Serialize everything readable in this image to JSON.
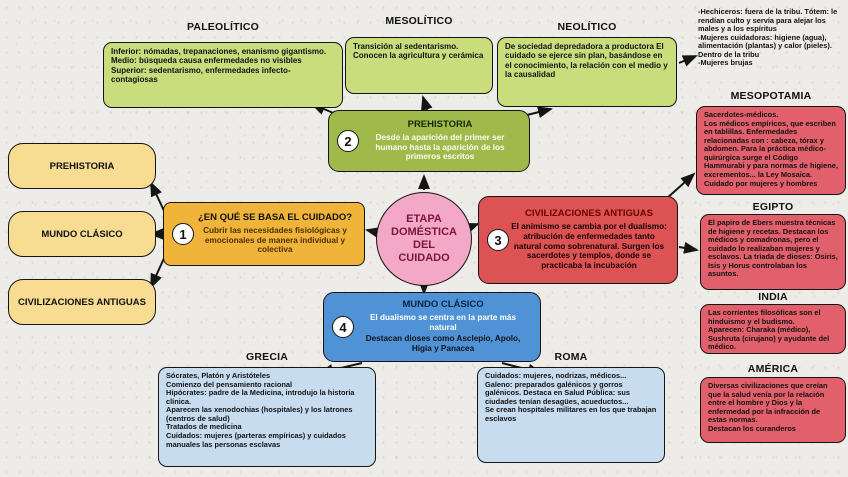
{
  "center": {
    "label": "ETAPA\nDOMÉSTICA\nDEL\nCUIDADO"
  },
  "headings": {
    "paleolitico": "PALEOLÍTICO",
    "mesolitico": "MESOLÍTICO",
    "neolitico": "NEOLÍTICO",
    "mesopotamia": "MESOPOTAMIA",
    "egipto": "EGIPTO",
    "india": "INDIA",
    "america": "AMÉRICA",
    "grecia": "GRECIA",
    "roma": "ROMA"
  },
  "index_boxes": {
    "prehistoria": "PREHISTORIA",
    "mundo_clasico": "MUNDO CLÁSICO",
    "civilizaciones": "CIVILIZACIONES ANTIGUAS"
  },
  "numbered_nodes": {
    "cuidado": {
      "number": "1",
      "title": "¿EN QUÉ SE BASA EL CUIDADO?",
      "body": "Cubrir las necesidades fisiológicas y emocionales de manera individual y colectiva"
    },
    "prehistoria": {
      "number": "2",
      "title": "PREHISTORIA",
      "body": "Desde la aparición del primer ser humano hasta la aparición de los primeros escritos"
    },
    "civilizaciones": {
      "number": "3",
      "title": "CIVILIZACIONES ANTIGUAS",
      "body": "El animismo se cambia por el dualismo: atribución de enfermedades tanto natural como sobrenatural. Surgen los sacerdotes y templos, donde se practicaba la incubación"
    },
    "mundo_clasico": {
      "number": "4",
      "title": "MUNDO CLÁSICO",
      "body_line1": "El dualismo se centra en la parte más natural",
      "body_line2": "Destacan dioses como Asclepio, Apolo, Higia y Panacea"
    }
  },
  "detail_boxes": {
    "paleolitico": "Inferior: nómadas, trepanaciones, enanismo gigantismo.\nMedio: búsqueda causa enfermedades no visibles\nSuperior: sedentarismo, enfermedades infecto-contagiosas",
    "mesolitico": "Transición al sedentarismo. Conocen la agricultura y cerámica",
    "neolitico": "De sociedad depredadora a productora El cuidado se ejerce sin plan, basándose en el conocimiento, la relación con el medio y la causalidad",
    "hechiceros": "-Hechiceros: fuera de la tribu. Tótem: le rendían culto y servía para alejar los males y a los espíritus\n-Mujeres cuidadoras: higiene (agua), alimentación (plantas) y calor (pieles). Dentro de la tribu\n-Mujeres brujas",
    "mesopotamia": "Sacerdotes-médicos.\nLos médicos empíricos, que escriben en tablillas. Enfermedades relacionadas con : cabeza, tórax y abdomen. Para la práctica médico-quirúrgica surge el Código Hammurabi y para normas de higiene, excrementos... la Ley Mosaica.\nCuidado por mujeres y hombres",
    "egipto": "El papiro de Ebers muestra técnicas de higiene y recetas. Destacan los médicos y comadronas, pero el cuidado lo realizaban mujeres y esclavos. La triada de dioses: Osiris, Isis y Horus controlaban los asuntos.",
    "india": "Las corrientes filosóficas son el hinduismo y el budismo.\nAparecen: Charaka (médico), Sushruta (cirujano) y ayudante del médico.",
    "america": "Diversas civilizaciones que creían que la salud venía por la relación entre el hombre y Dios y la enfermedad por la infracción de estas normas.\nDestacan los curanderos",
    "grecia": "Sócrates, Platón y Aristóteles\nComienzo del pensamiento racional\nHipócrates: padre de la Medicina, introdujo la historia clínica.\nAparecen las xenodochias  (hospitales) y los latrones (centros de salud)\nTratados de medicina\nCuidados: mujeres (parteras empíricas) y cuidados manuales las personas esclavas",
    "roma": "Cuidados: mujeres, nodrizas, médicos...\nGaleno: preparados galénicos y gorros galénicos. Destaca en Salud Pública: sus ciudades tenían desagües, acueductos...\nSe crean hospitales militares en los que trabajan esclavos"
  },
  "colors": {
    "green_light": "#cadd7d",
    "green_node": "#9fba4a",
    "yellow_index": "#f7dc92",
    "orange_node": "#f0b43a",
    "pink_center": "#f2a8c6",
    "red_node": "#dd5252",
    "red_detail": "#e2606c",
    "blue_node": "#4f93d6",
    "blue_detail": "#c8dcf0"
  }
}
